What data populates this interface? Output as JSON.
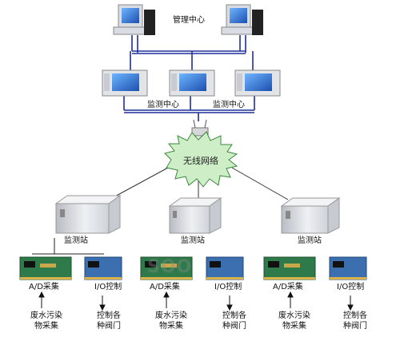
{
  "labels": {
    "management_center": "管理中心",
    "monitoring_center": "监测中心",
    "wireless_network": "无线网络",
    "station": "监测站",
    "ad_acquisition": "A/D采集",
    "io_control": "I/O控制",
    "wastewater_line1": "废水污染",
    "wastewater_line2": "物采集",
    "valve_line1": "控制各",
    "valve_line2": "种阀门"
  },
  "watermark": "SOO",
  "colors": {
    "bus": "#1f2f9a",
    "link": "#333333",
    "cloud_fill": "#cdeec6",
    "cloud_stroke": "#3a8a3a",
    "server_body": "#e8e8ea",
    "board_green": "#2f7a4a",
    "board_blue": "#3b6fb0"
  }
}
